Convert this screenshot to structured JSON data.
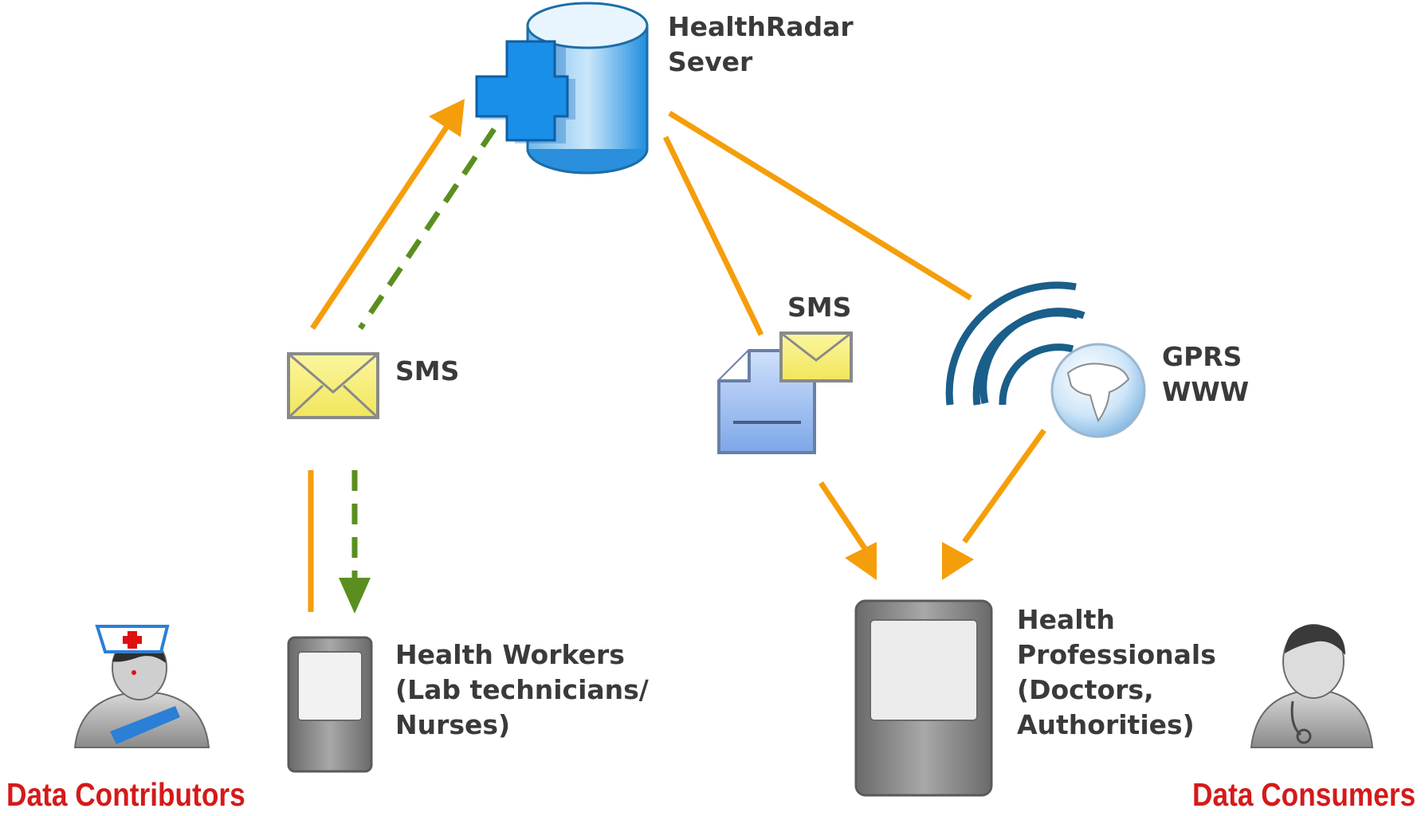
{
  "server": {
    "line1": "HealthRadar",
    "line2": "Sever"
  },
  "channels": {
    "sms_contributor": "SMS",
    "sms_consumer": "SMS",
    "gprs_line1": "GPRS",
    "gprs_line2": "WWW"
  },
  "nodes": {
    "health_workers": {
      "line1": "Health Workers",
      "line2": "(Lab technicians/",
      "line3": "Nurses)"
    },
    "health_professionals": {
      "line1": "Health",
      "line2": "Professionals",
      "line3": "(Doctors,",
      "line4": "Authorities)"
    }
  },
  "roles": {
    "contributors": "Data Contributors",
    "consumers": "Data Consumers"
  },
  "colors": {
    "arrow_orange": "#f59e0b",
    "arrow_green": "#5a8f1f",
    "role_red": "#d41a1a",
    "label_gray": "#3a3a3a",
    "wave_blue": "#1a5e8a",
    "server_blue": "#2b95e0"
  },
  "icons": [
    "database-server-icon",
    "medical-cross-icon",
    "envelope-icon",
    "document-icon",
    "wireless-signal-icon",
    "globe-icon",
    "mobile-phone-icon",
    "tablet-device-icon",
    "nurse-icon",
    "doctor-icon"
  ]
}
